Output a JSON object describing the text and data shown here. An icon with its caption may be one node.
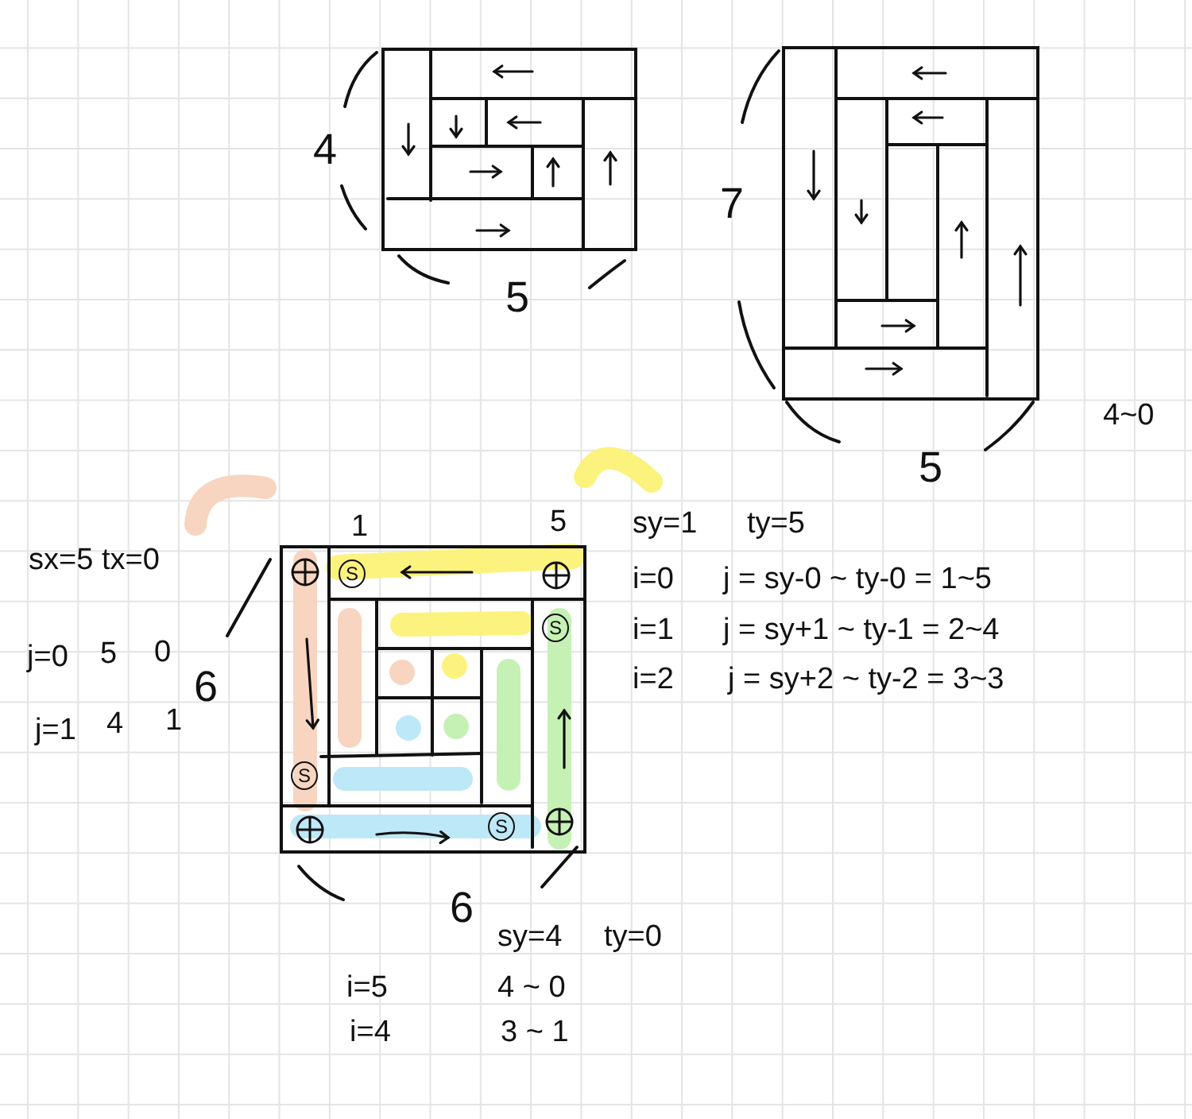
{
  "diagram": {
    "labels": [
      "4",
      "5",
      "7",
      "5",
      "4~0",
      "sx=5 tx=0",
      "j=0",
      "5",
      "0",
      "j=1",
      "4",
      "1",
      "6",
      "1",
      "5",
      "S",
      "S",
      "S",
      "S",
      "6",
      "sy=1",
      "ty=5",
      "i=0",
      "j = sy-0 ~ ty-0 = 1~5",
      "i=1",
      "j = sy+1 ~ ty-1 = 2~4",
      "i=2",
      "j = sy+2 ~ ty-2 = 3~3",
      "sy=4",
      "ty=0",
      "i=5",
      "4 ~ 0",
      "i=4",
      "3 ~ 1"
    ]
  }
}
